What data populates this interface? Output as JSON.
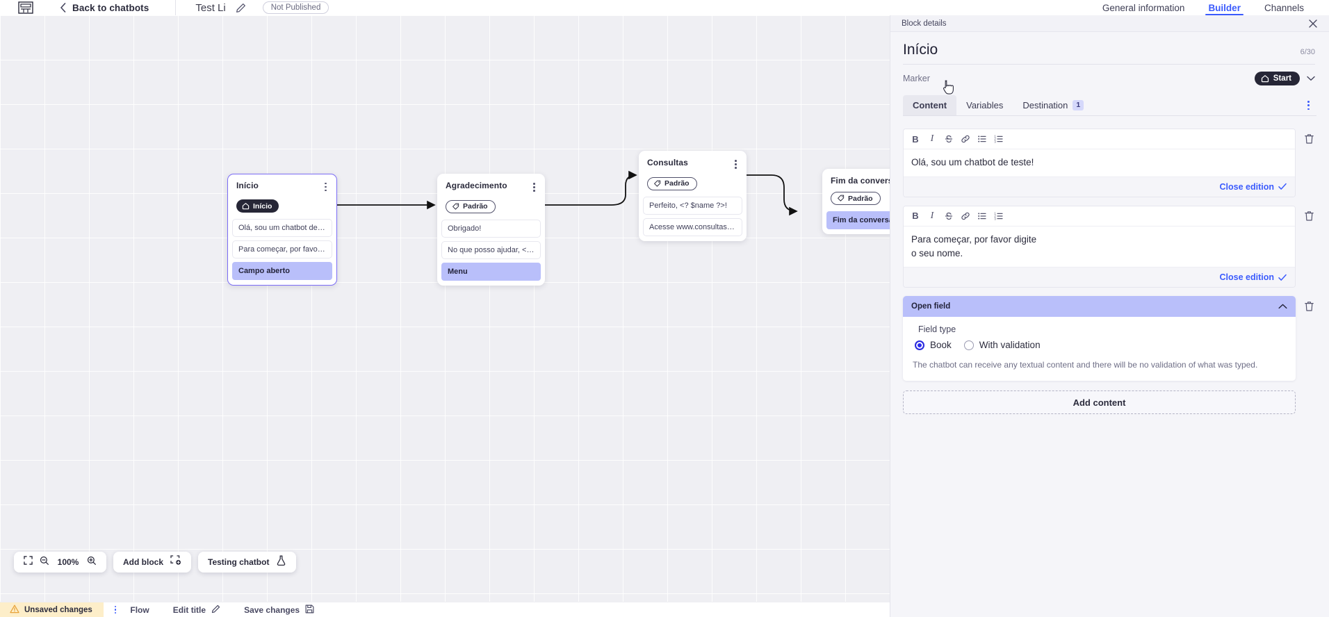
{
  "topbar": {
    "logo_icon": "app-logo-icon",
    "back_icon": "chevron-left-icon",
    "back_label": "Back to chatbots",
    "bot_title": "Test Li",
    "edit_icon": "pencil-icon",
    "publish_status": "Not Published",
    "tabs": [
      {
        "label": "General information",
        "active": false
      },
      {
        "label": "Builder",
        "active": true
      },
      {
        "label": "Channels",
        "active": false
      }
    ]
  },
  "canvas": {
    "nodes": [
      {
        "title": "Início",
        "badge": {
          "text": "Início",
          "icon": "home-icon",
          "style": "dark"
        },
        "selected": true,
        "rows": [
          {
            "text": "Olá, sou um chatbot de teste!",
            "highlight": false
          },
          {
            "text": "Para começar, por favor digite o ...",
            "highlight": false
          },
          {
            "text": "Campo aberto",
            "highlight": true
          }
        ]
      },
      {
        "title": "Agradecimento",
        "badge": {
          "text": "Padrão",
          "icon": "tag-icon",
          "style": "outline"
        },
        "selected": false,
        "rows": [
          {
            "text": "Obrigado!",
            "highlight": false
          },
          {
            "text": "No que posso ajudar, <? $name ...",
            "highlight": false
          },
          {
            "text": "Menu",
            "highlight": true
          }
        ]
      },
      {
        "title": "Consultas",
        "badge": {
          "text": "Padrão",
          "icon": "tag-icon",
          "style": "outline"
        },
        "selected": false,
        "rows": [
          {
            "text": "Perfeito, <? $name ?>!",
            "highlight": false
          },
          {
            "text": "Acesse www.consultas.com par...",
            "highlight": false
          }
        ]
      },
      {
        "title": "Fim da conversa",
        "badge": {
          "text": "Padrão",
          "icon": "tag-icon",
          "style": "outline"
        },
        "selected": false,
        "rows": [
          {
            "text": "Fim da conversa",
            "highlight": true
          }
        ]
      }
    ],
    "toolbar": {
      "fit_icon": "fit-screen-icon",
      "zoom_out_icon": "zoom-out-icon",
      "zoom_level": "100%",
      "zoom_in_icon": "zoom-in-icon",
      "add_block_label": "Add block",
      "add_block_icon": "add-block-icon",
      "testing_label": "Testing chatbot",
      "testing_icon": "flask-icon"
    }
  },
  "statusbar": {
    "unsaved_icon": "warning-icon",
    "unsaved_label": "Unsaved changes",
    "more_icon": "kebab-icon",
    "flow_label": "Flow",
    "edit_title_label": "Edit title",
    "edit_title_icon": "pencil-icon",
    "save_label": "Save changes",
    "save_icon": "save-icon"
  },
  "panel": {
    "header_label": "Block details",
    "close_icon": "close-icon",
    "block_title": "Início",
    "char_count": "6/30",
    "marker_label": "Marker",
    "marker_value": "Start",
    "marker_icon": "home-icon",
    "marker_chevron": "chevron-down-icon",
    "tabs": [
      {
        "label": "Content",
        "active": true,
        "badge": ""
      },
      {
        "label": "Variables",
        "active": false,
        "badge": ""
      },
      {
        "label": "Destination",
        "active": false,
        "badge": "1"
      }
    ],
    "tab_more_icon": "kebab-icon",
    "editor_toolbar": [
      {
        "icon": "bold-icon",
        "glyph": "B"
      },
      {
        "icon": "italic-icon",
        "glyph": "I"
      },
      {
        "icon": "strikethrough-icon",
        "glyph": "S"
      },
      {
        "icon": "link-icon",
        "glyph": "🔗"
      },
      {
        "icon": "bullet-list-icon",
        "glyph": "≔"
      },
      {
        "icon": "numbered-list-icon",
        "glyph": "≕"
      }
    ],
    "editors": [
      {
        "text": "Olá, sou um chatbot de teste!",
        "close_label": "Close edition",
        "check_icon": "check-icon",
        "delete_icon": "trash-icon"
      },
      {
        "text": "Para começar, por favor digite o seu nome.",
        "close_label": "Close edition",
        "check_icon": "check-icon",
        "delete_icon": "trash-icon"
      }
    ],
    "open_field": {
      "header": "Open field",
      "collapse_icon": "chevron-up-icon",
      "delete_icon": "trash-icon",
      "legend": "Field type",
      "options": [
        {
          "label": "Book",
          "selected": true
        },
        {
          "label": "With validation",
          "selected": false
        }
      ],
      "hint": "The chatbot can receive any textual content and there will be no validation of what was typed."
    },
    "add_content_label": "Add content"
  },
  "colors": {
    "accent_blue": "#3b5bfd",
    "highlight_lavender": "#b9bffa",
    "dark_pill": "#262636",
    "canvas_bg": "#efeff3",
    "warning_bg": "#fdeec9"
  }
}
